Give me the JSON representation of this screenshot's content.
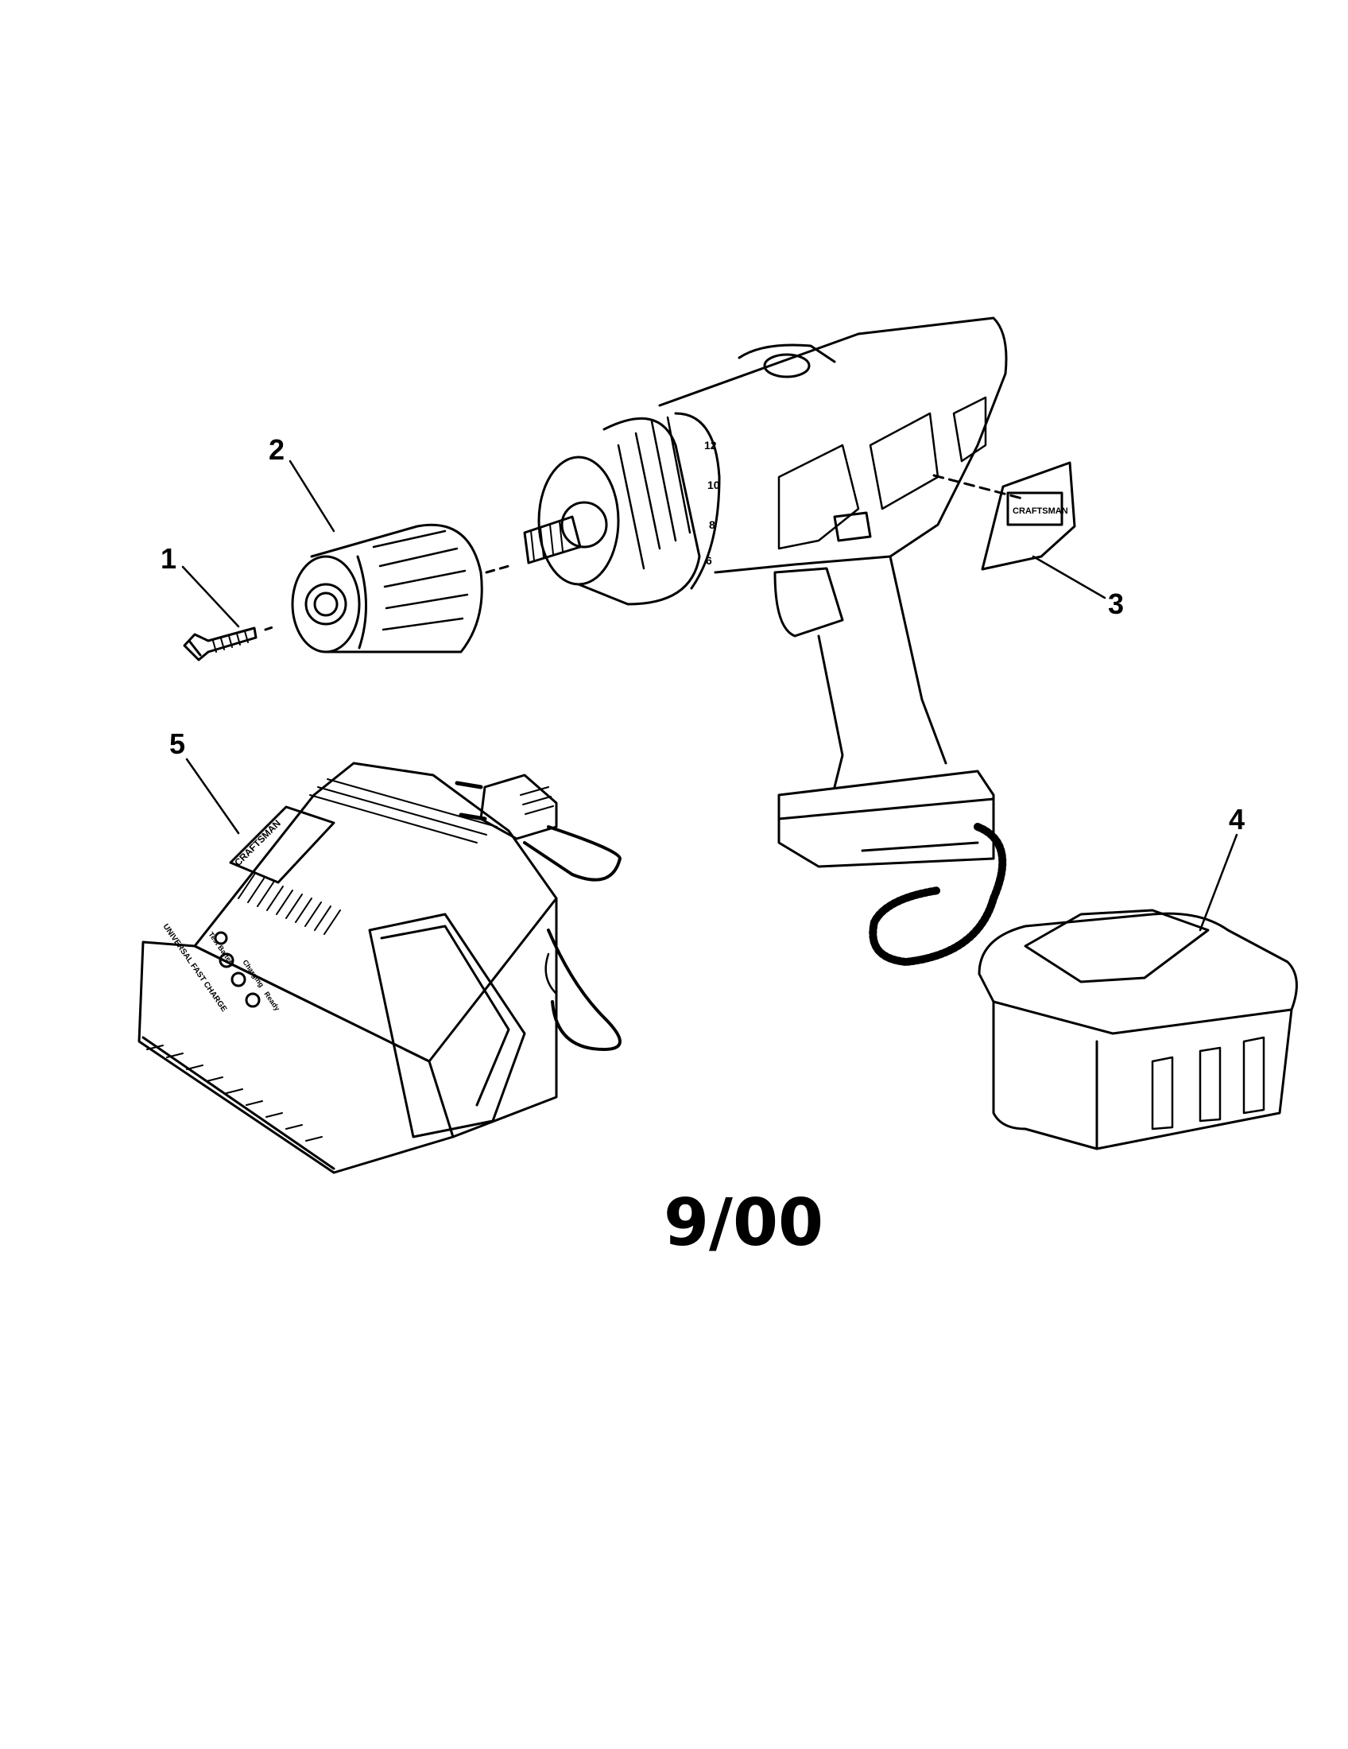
{
  "callouts": {
    "c1": "1",
    "c2": "2",
    "c3": "3",
    "c4": "4",
    "c5": "5"
  },
  "footer": {
    "date_code": "9/00"
  },
  "labels": {
    "brand_badge": "CRAFTSMAN",
    "clutch_settings": [
      "6",
      "8",
      "10",
      "12"
    ],
    "charger_title": "UNIVERSAL FAST CHARGE",
    "charger_indicators": [
      "Test Battery",
      "Charging",
      "Ready"
    ]
  },
  "colors": {
    "ink": "#000000",
    "paper": "#ffffff"
  }
}
